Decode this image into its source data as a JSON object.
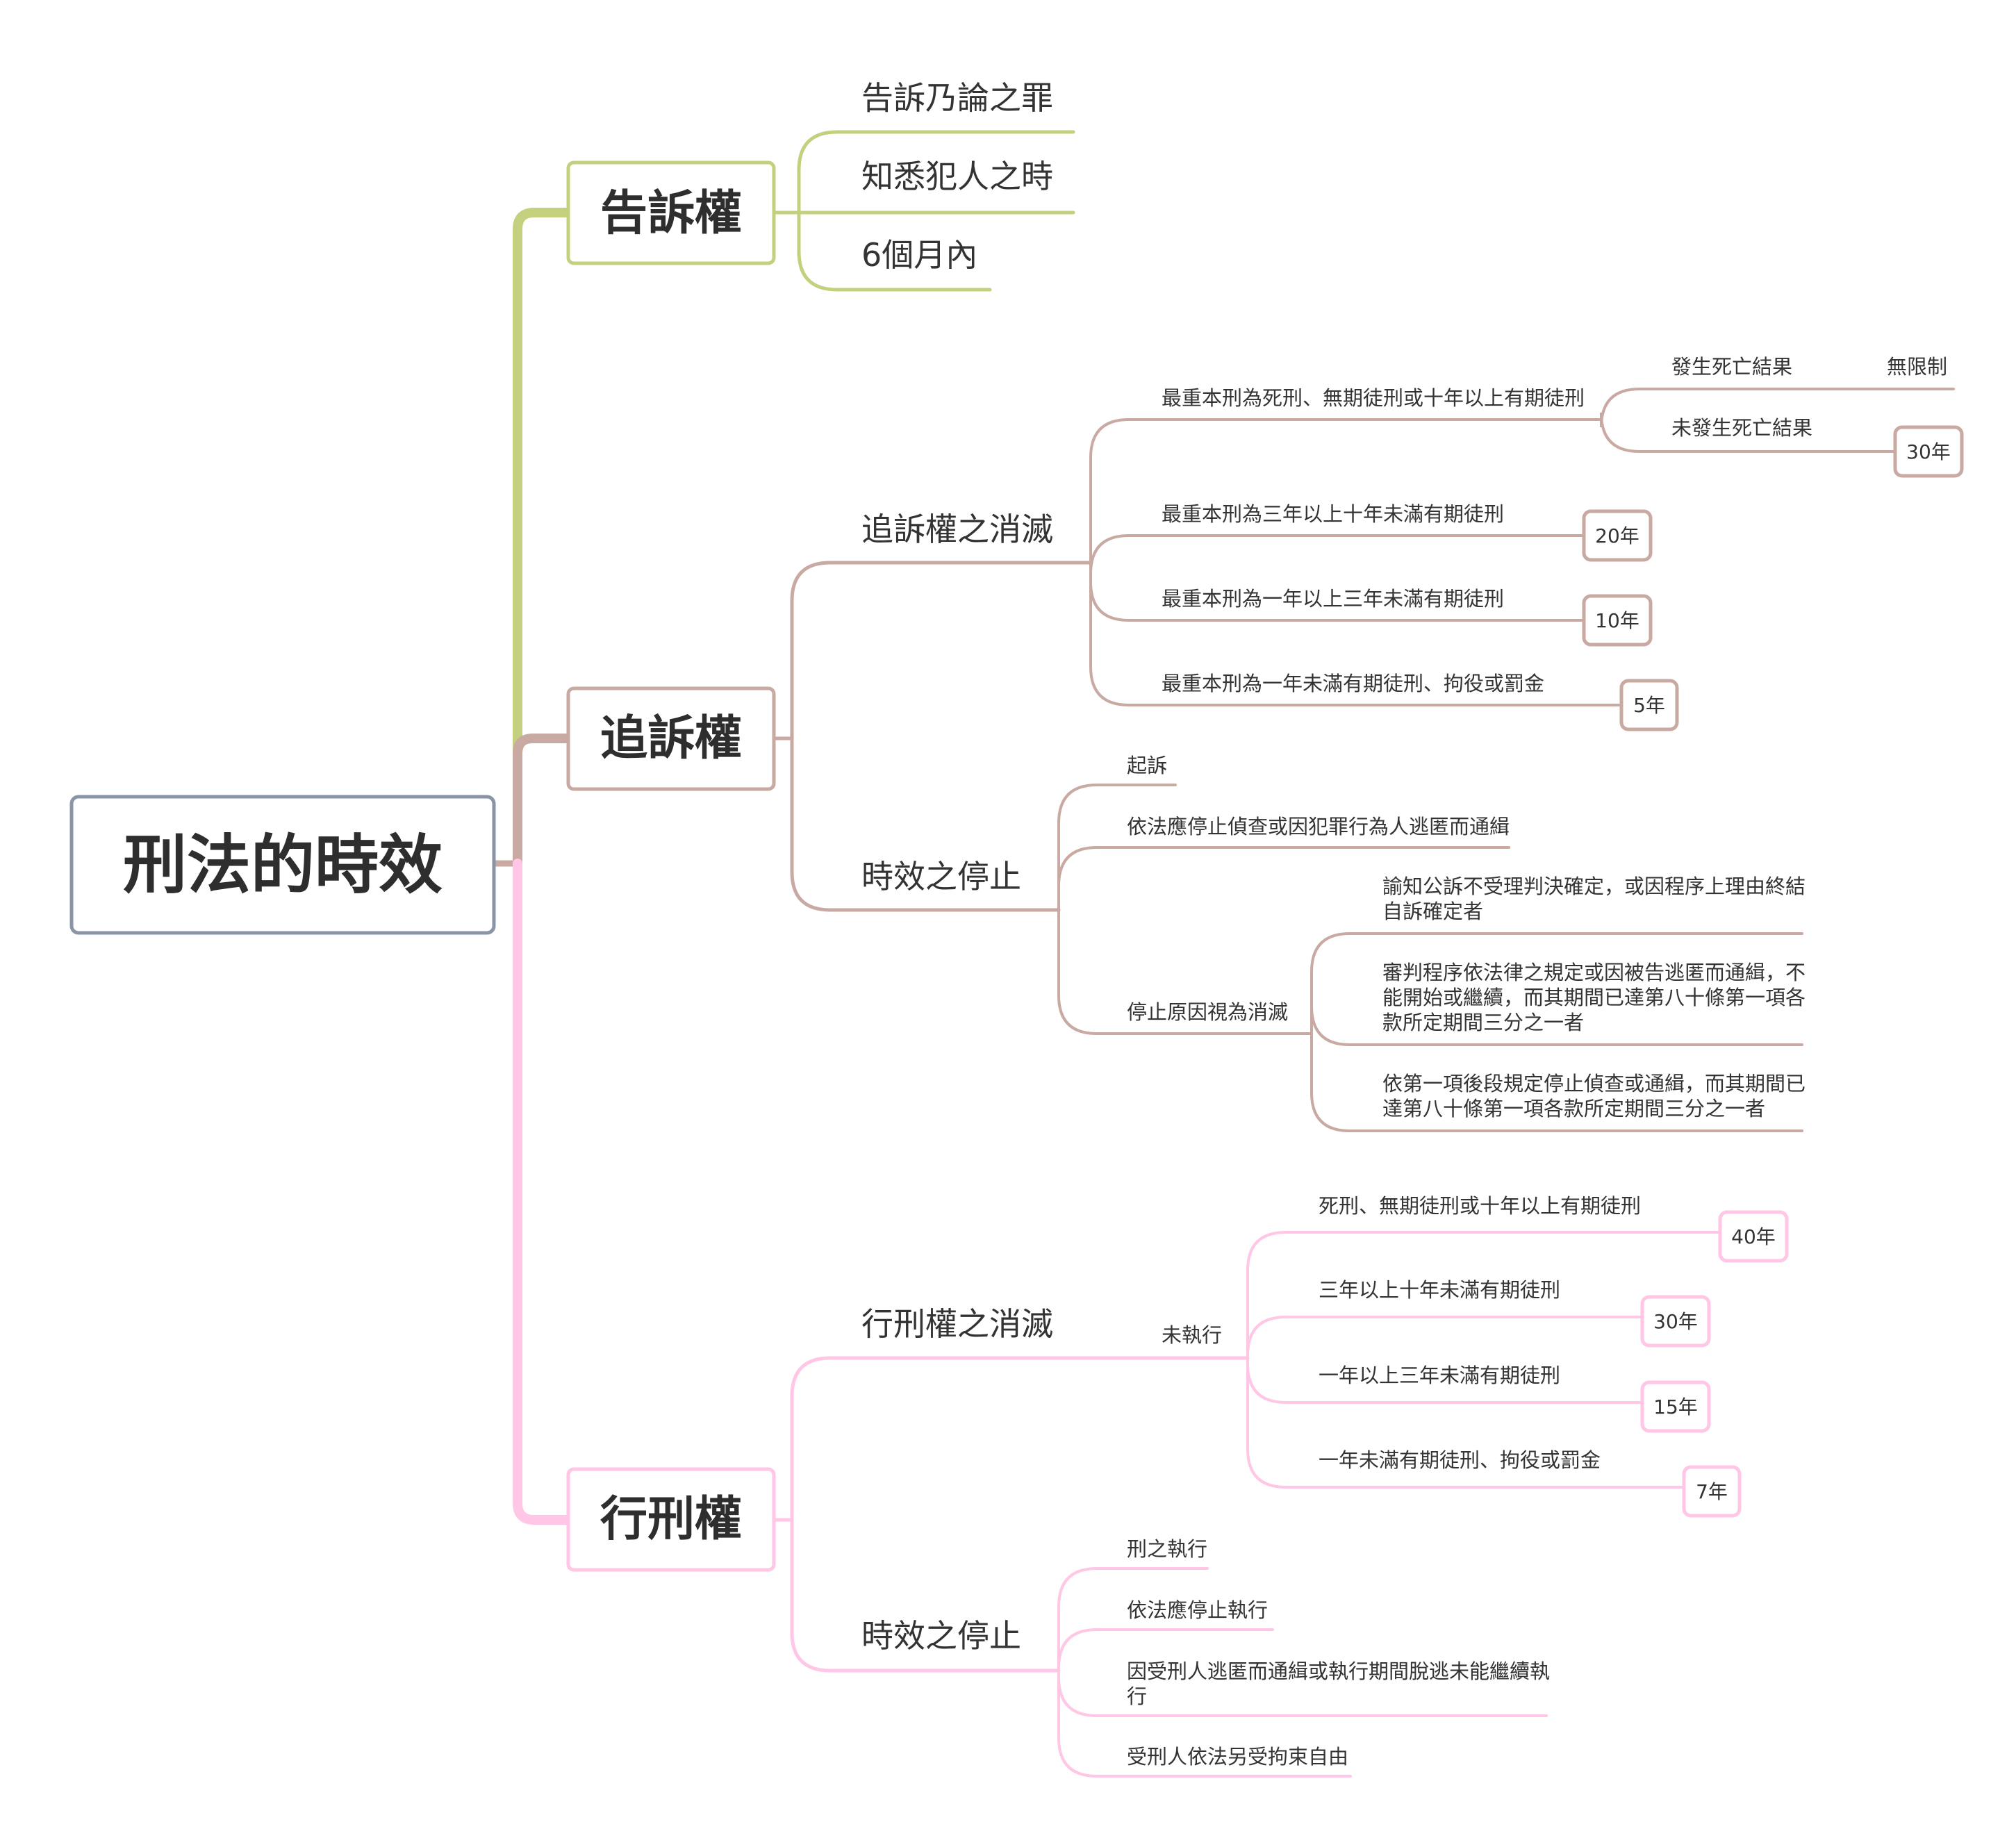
{
  "root": "刑法的時效",
  "colors": {
    "root_border": "#8a94a6",
    "green": "#c5d07f",
    "brown": "#c9aaa2",
    "pink": "#ffc6e6"
  },
  "branches": [
    {
      "title": "告訴權",
      "color": "green",
      "children": [
        {
          "text": "告訴乃論之罪"
        },
        {
          "text": "知悉犯人之時"
        },
        {
          "text": "6個月內"
        }
      ]
    },
    {
      "title": "追訴權",
      "color": "brown",
      "children": [
        {
          "text": "追訴權之消滅",
          "children": [
            {
              "text": "最重本刑為死刑、無期徒刑或十年以上有期徒刑",
              "children": [
                {
                  "text": "發生死亡結果",
                  "value": "無限制"
                },
                {
                  "text": "未發生死亡結果",
                  "value": "30年"
                }
              ]
            },
            {
              "text": "最重本刑為三年以上十年未滿有期徒刑",
              "value": "20年"
            },
            {
              "text": "最重本刑為一年以上三年未滿有期徒刑",
              "value": "10年"
            },
            {
              "text": "最重本刑為一年未滿有期徒刑、拘役或罰金",
              "value": "5年"
            }
          ]
        },
        {
          "text": "時效之停止",
          "children": [
            {
              "text": "起訴"
            },
            {
              "text": "依法應停止偵查或因犯罪行為人逃匿而通緝"
            },
            {
              "text": "停止原因視為消滅",
              "children": [
                {
                  "lines": [
                    "諭知公訴不受理判決確定，或因程序上理由終結",
                    "自訴確定者"
                  ]
                },
                {
                  "lines": [
                    "審判程序依法律之規定或因被告逃匿而通緝，不",
                    "能開始或繼續，而其期間已達第八十條第一項各",
                    "款所定期間三分之一者"
                  ]
                },
                {
                  "lines": [
                    "依第一項後段規定停止偵查或通緝，而其期間已",
                    "達第八十條第一項各款所定期間三分之一者"
                  ]
                }
              ]
            }
          ]
        }
      ]
    },
    {
      "title": "行刑權",
      "color": "pink",
      "children": [
        {
          "text": "行刑權之消滅",
          "children": [
            {
              "text": "未執行",
              "children": [
                {
                  "text": "死刑、無期徒刑或十年以上有期徒刑",
                  "value": "40年"
                },
                {
                  "text": "三年以上十年未滿有期徒刑",
                  "value": "30年"
                },
                {
                  "text": "一年以上三年未滿有期徒刑",
                  "value": "15年"
                },
                {
                  "text": "一年未滿有期徒刑、拘役或罰金",
                  "value": "7年"
                }
              ]
            }
          ]
        },
        {
          "text": "時效之停止",
          "children": [
            {
              "text": "刑之執行"
            },
            {
              "text": "依法應停止執行"
            },
            {
              "lines": [
                "因受刑人逃匿而通緝或執行期間脫逃未能繼續執",
                "行"
              ]
            },
            {
              "text": "受刑人依法另受拘束自由"
            }
          ]
        }
      ]
    }
  ]
}
